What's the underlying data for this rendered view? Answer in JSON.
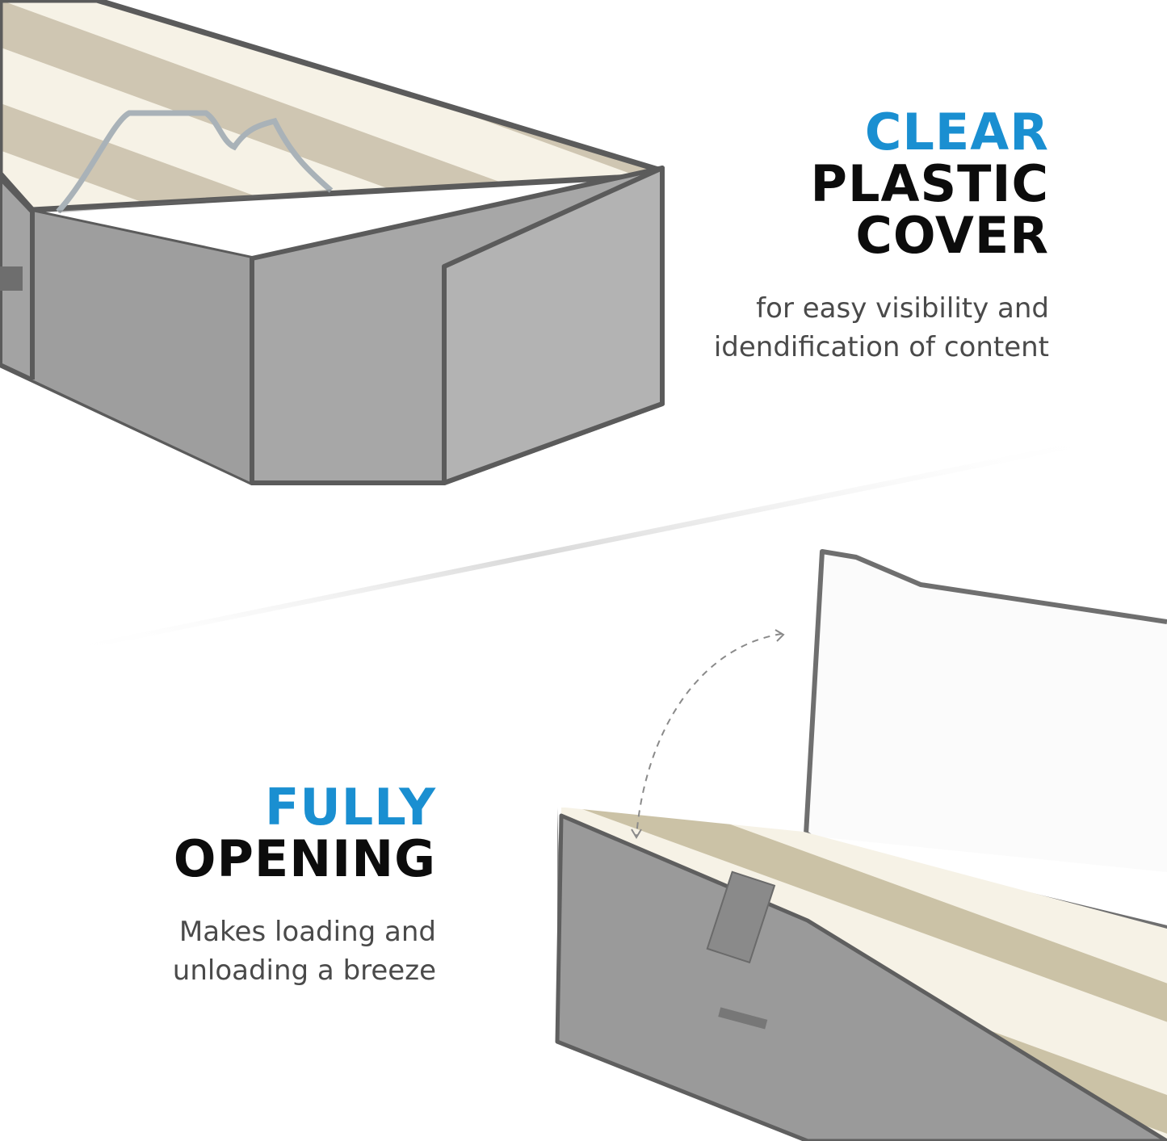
{
  "features": [
    {
      "accent_word": "CLEAR",
      "headline": [
        "PLASTIC",
        "COVER"
      ],
      "description": [
        "for easy visibility and",
        "idendification of content"
      ]
    },
    {
      "accent_word": "FULLY",
      "headline": [
        "OPENING"
      ],
      "description": [
        "Makes loading and",
        "unloading a breeze"
      ]
    }
  ],
  "colors": {
    "accent": "#1a8fd1",
    "headline": "#0c0c0c",
    "body_text": "#4a4a4a",
    "bag_gray": "#9b9b9b",
    "bag_trim": "#5b5b5b",
    "stripe_beige": "#cfc6b2",
    "stripe_cream": "#f6f2e6"
  },
  "illustrations": [
    {
      "name": "closed-storage-bag",
      "icon": "storage-bag-closed"
    },
    {
      "name": "open-storage-bag",
      "icon": "storage-bag-open"
    },
    {
      "name": "opening-arrow",
      "icon": "dashed-curved-arrow"
    }
  ]
}
